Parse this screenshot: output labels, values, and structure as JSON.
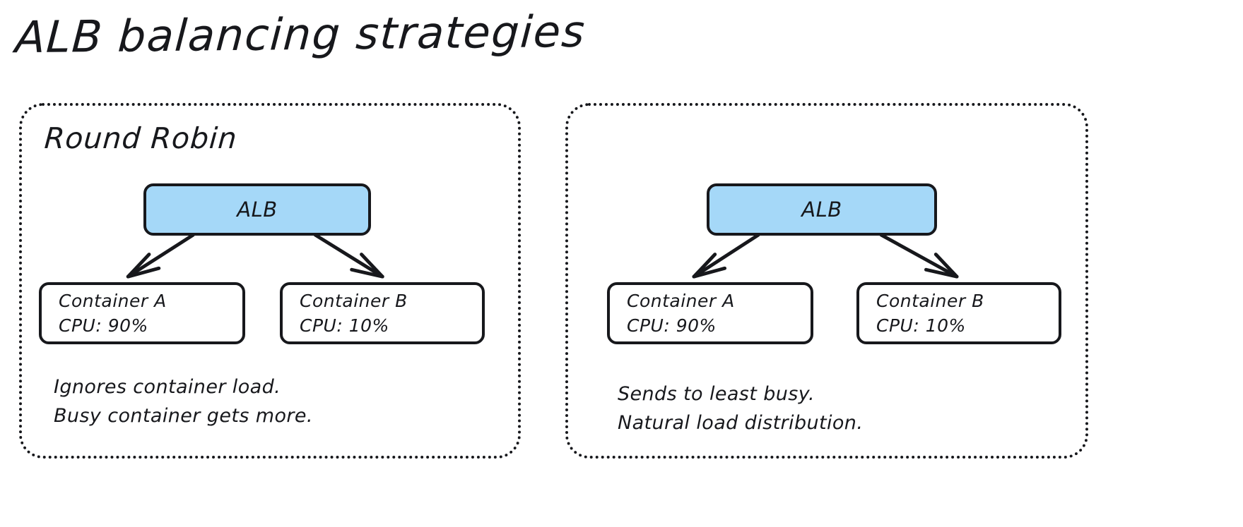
{
  "title": "ALB balancing strategies",
  "colors": {
    "background": "#ffffff",
    "ink": "#17181c",
    "alb_fill": "#a5d8f8",
    "container_fill": "#ffffff"
  },
  "panels": [
    {
      "id": "round-robin",
      "title": "Round Robin",
      "alb": {
        "label": "ALB"
      },
      "containers": [
        {
          "name": "Container A",
          "cpu": "CPU: 90%"
        },
        {
          "name": "Container B",
          "cpu": "CPU: 10%"
        }
      ],
      "caption": [
        "Ignores container load.",
        "Busy container gets more."
      ],
      "arrows": [
        "alb-to-container-a",
        "alb-to-container-b"
      ]
    },
    {
      "id": "least-outstanding",
      "title": "",
      "alb": {
        "label": "ALB"
      },
      "containers": [
        {
          "name": "Container A",
          "cpu": "CPU: 90%"
        },
        {
          "name": "Container B",
          "cpu": "CPU: 10%"
        }
      ],
      "caption": [
        "Sends to least busy.",
        "Natural load distribution."
      ],
      "arrows": [
        "alb-to-container-a",
        "alb-to-container-b"
      ]
    }
  ]
}
